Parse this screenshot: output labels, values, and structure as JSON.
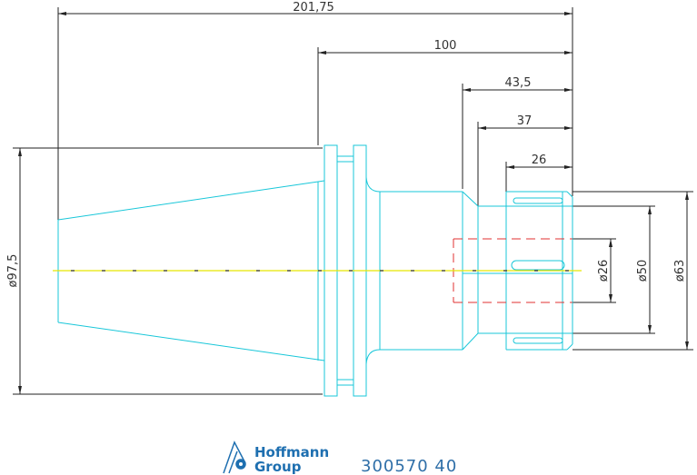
{
  "drawing": {
    "dimensions": {
      "overall_length": "201,75",
      "length_100": "100",
      "length_43_5": "43,5",
      "length_37": "37",
      "length_26": "26",
      "dia_97_5": "ø97,5",
      "dia_26": "ø26",
      "dia_50": "ø50",
      "dia_63": "ø63"
    },
    "colors": {
      "outline": "#19c7d9",
      "dimension": "#222222",
      "centerline": "#e6e600",
      "hidden": "#e03030",
      "brand": "#1e6fb0"
    }
  },
  "footer": {
    "logo_line1": "Hoffmann",
    "logo_line2": "Group",
    "part_number": "300570  40"
  }
}
